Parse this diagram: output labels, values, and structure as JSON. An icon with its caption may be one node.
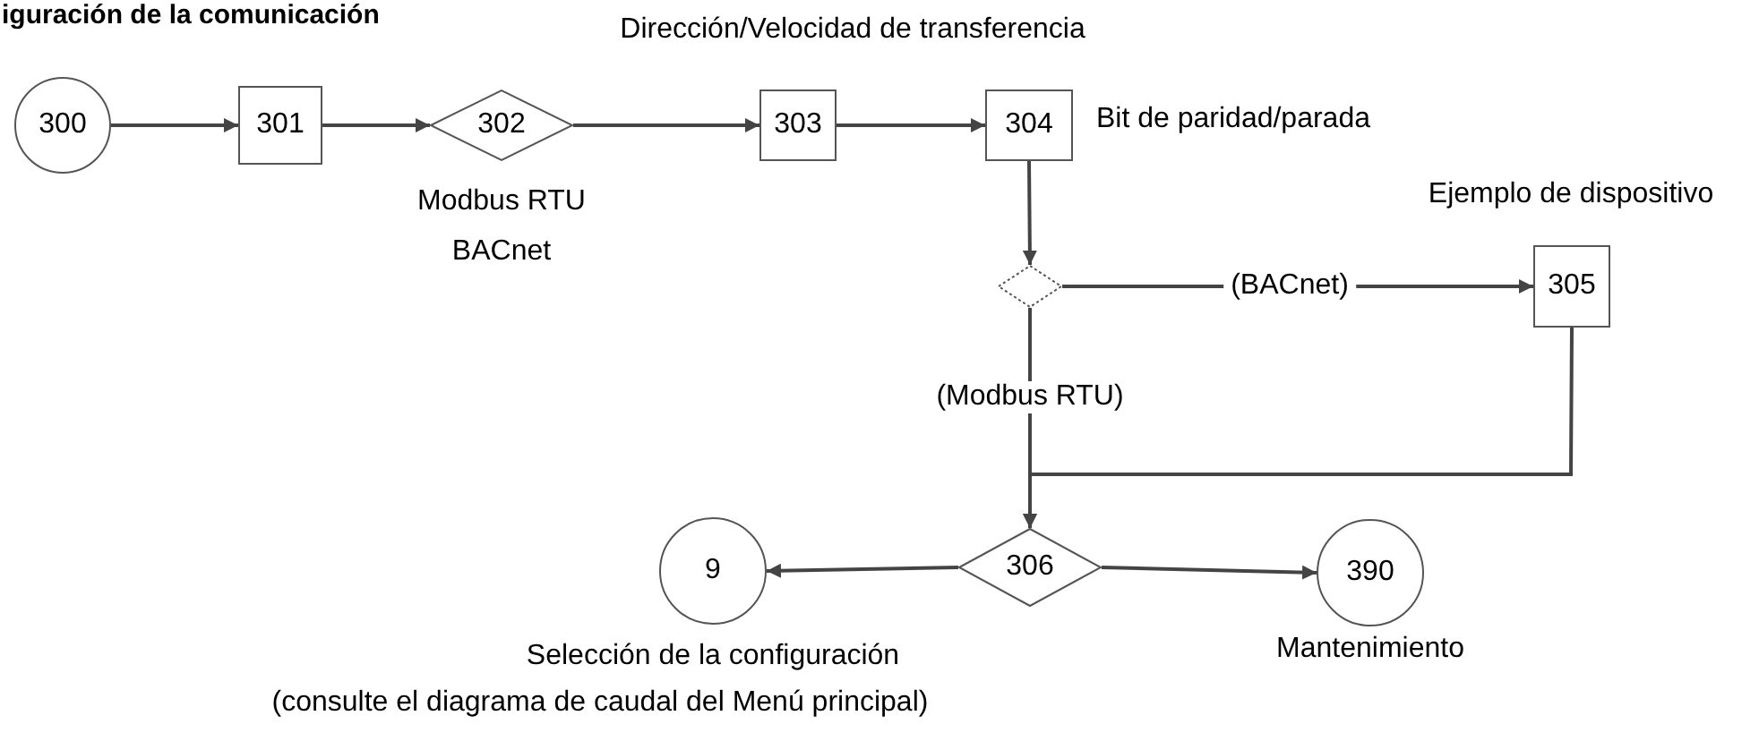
{
  "diagram": {
    "title": "iguración de la comunicación",
    "nodes": [
      {
        "text": [
          "300"
        ]
      },
      {
        "text": [
          "301"
        ]
      },
      {
        "text": [
          "302"
        ]
      },
      {
        "text": [
          "303"
        ]
      },
      {
        "text": [
          "304"
        ],
        "beside": [
          "Bit de paridad/parada"
        ]
      },
      {
        "text": [],
        "shape": "diamond"
      },
      {
        "text": [
          "305"
        ],
        "beside": [
          "Ejemplo de dispositivo"
        ]
      },
      {
        "text": [
          "306"
        ]
      },
      {
        "text": [
          "9"
        ],
        "beside": [
          "Selección de la configuración",
          "(consulte el diagrama de caudal del Menú principal)"
        ]
      },
      {
        "text": [
          "390"
        ],
        "beside": [
          "Mantenimiento"
        ]
      }
    ],
    "edges": [
      {
        "from": 0,
        "to": 1,
        "arrow": "to"
      },
      {
        "from": 1,
        "to": 2,
        "arrow": "to"
      },
      {
        "from": 2,
        "to": 3,
        "arrow": "to"
      },
      {
        "from": 3,
        "to": 4,
        "arrow": "to"
      },
      {
        "from": 4,
        "to": 5,
        "arrow": "to"
      },
      {
        "from": 5,
        "to": 6,
        "arrow": "to",
        "label": "(BACnet)"
      },
      {
        "from": 5,
        "to": 7,
        "arrow": "to",
        "label": "(Modbus RTU)"
      },
      {
        "from": 6,
        "to": 7,
        "arrow": "to"
      },
      {
        "from": 7,
        "to": 8,
        "arrow": "to"
      },
      {
        "from": 7,
        "to": 9,
        "arrow": "to"
      }
    ],
    "labels": [
      "Dirección/Velocidad de transferencia",
      "Modbus RTU",
      "BACnet"
    ]
  }
}
